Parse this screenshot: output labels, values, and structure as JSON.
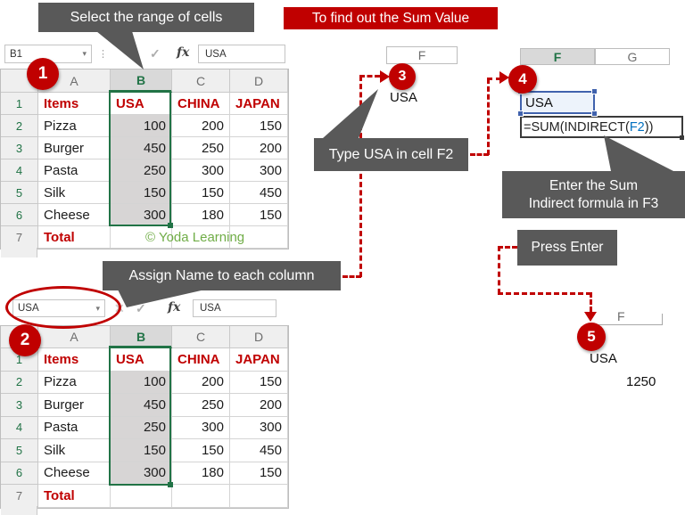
{
  "colors": {
    "accent_red": "#C00000",
    "callout_gray": "#595959",
    "excel_green": "#217346",
    "watermark_green": "#70AD47",
    "reference_blue": "#0070C0"
  },
  "banner": "To find out the Sum Value",
  "callouts": {
    "select_range": "Select the range of cells",
    "assign_name": "Assign Name to each column",
    "type_usa": "Type USA in cell F2",
    "enter_sum_line1": "Enter the  Sum",
    "enter_sum_line2": "Indirect formula in F3",
    "press_enter": "Press Enter"
  },
  "steps": {
    "one": "1",
    "two": "2",
    "three": "3",
    "four": "4",
    "five": "5"
  },
  "icons": {
    "dropdown": "▾",
    "check": "✓",
    "cancel": "✕",
    "dots": "⋮",
    "fx": "fx"
  },
  "formula_bar_1": {
    "name_box": "B1",
    "value": "USA"
  },
  "formula_bar_2": {
    "name_box": "USA",
    "value": "USA"
  },
  "grid": {
    "column_headers": [
      "A",
      "B",
      "C",
      "D"
    ],
    "row_numbers": [
      "1",
      "2",
      "3",
      "4",
      "5",
      "6",
      "7"
    ],
    "header_row": [
      "Items",
      "USA",
      "CHINA",
      "JAPAN"
    ],
    "data_rows": [
      [
        "Pizza",
        "100",
        "200",
        "150"
      ],
      [
        "Burger",
        "450",
        "250",
        "200"
      ],
      [
        "Pasta",
        "250",
        "300",
        "300"
      ],
      [
        "Silk",
        "150",
        "150",
        "450"
      ],
      [
        "Cheese",
        "300",
        "180",
        "150"
      ]
    ],
    "total_label": "Total",
    "watermark": "© Yoda Learning"
  },
  "panel_step3": {
    "column_header": "F",
    "typed_value": "USA"
  },
  "panel_step4": {
    "column_header_f": "F",
    "column_header_g": "G",
    "cell_value": "USA",
    "formula_pre": "=SUM(INDIRECT(",
    "formula_ref": "F2",
    "formula_post": "))"
  },
  "panel_step5": {
    "column_header": "F",
    "cell_value": "USA",
    "result_value": "1250"
  }
}
